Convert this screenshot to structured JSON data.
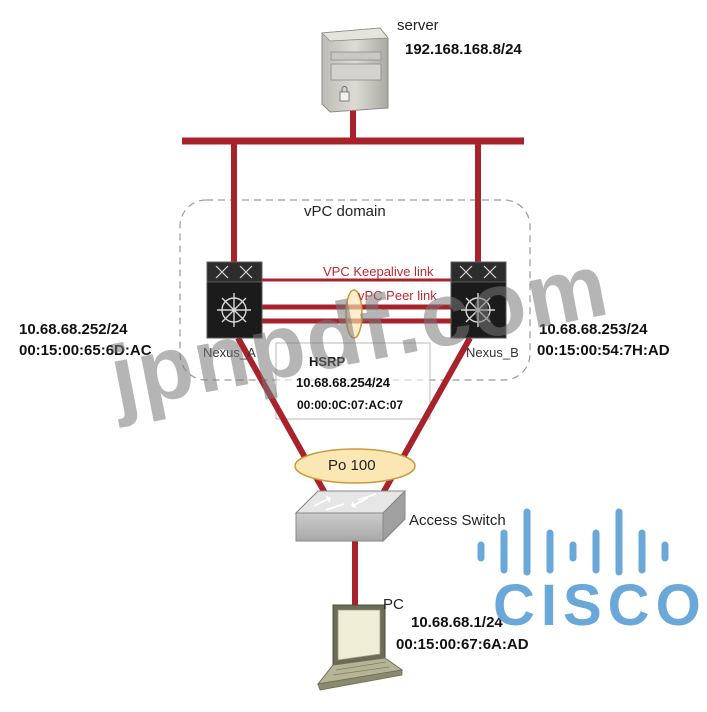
{
  "server": {
    "label": "server",
    "ip": "192.168.168.8/24"
  },
  "vpc_domain": {
    "label": "vPC domain"
  },
  "links": {
    "keepalive": "VPC Keepalive link",
    "peer": "vPC Peer link",
    "port_channel": "Po 100"
  },
  "nexus_a": {
    "name": "Nexus_A",
    "ip": "10.68.68.252/24",
    "mac": "00:15:00:65:6D:AC"
  },
  "nexus_b": {
    "name": "Nexus_B",
    "ip": "10.68.68.253/24",
    "mac": "00:15:00:54:7H:AD"
  },
  "hsrp": {
    "title": "HSRP",
    "ip": "10.68.68.254/24",
    "mac": "00:00:0C:07:AC:07"
  },
  "access_switch": {
    "label": "Access Switch"
  },
  "pc": {
    "label": "PC",
    "ip": "10.68.68.1/24",
    "mac": "00:15:00:67:6A:AD"
  },
  "watermark": {
    "text": "jpnpdf.com"
  },
  "logo": {
    "text": "CISCO"
  },
  "colors": {
    "link_red": "#a8222b",
    "label_red": "#c0282e",
    "ellipse_fill": "#fbe7b4",
    "cisco_blue": "#6aa8da"
  }
}
